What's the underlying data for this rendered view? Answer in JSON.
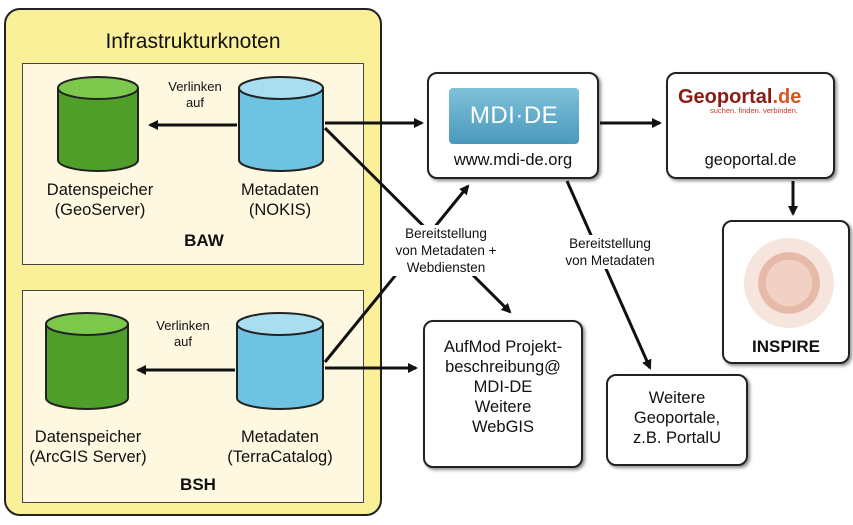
{
  "container": {
    "title": "Infrastrukturknoten",
    "baw": {
      "name": "BAW",
      "store_label": [
        "Datenspeicher",
        "(GeoServer)"
      ],
      "meta_label": [
        "Metadaten",
        "(NOKIS)"
      ],
      "link_label": [
        "Verlinken",
        "auf"
      ]
    },
    "bsh": {
      "name": "BSH",
      "store_label": [
        "Datenspeicher",
        "(ArcGIS Server)"
      ],
      "meta_label": [
        "Metadaten",
        "(TerraCatalog)"
      ],
      "link_label": [
        "Verlinken",
        "auf"
      ]
    }
  },
  "mdi": {
    "logo": "MDI·DE",
    "url": "www.mdi-de.org"
  },
  "geoportal": {
    "logo": "Geoportal",
    "logo_suffix": ".de",
    "tagline": "suchen. finden. verbinden.",
    "label": "geoportal.de"
  },
  "inspire": {
    "label": "INSPIRE"
  },
  "aufmod": {
    "lines": [
      "AufMod Projekt-",
      "beschreibung@",
      "MDI-DE",
      "Weitere",
      "WebGIS"
    ]
  },
  "weitere": {
    "lines": [
      "Weitere",
      "Geoportale,",
      "z.B. PortalU"
    ]
  },
  "annotations": {
    "bereit_meta_web": [
      "Bereitstellung",
      "von Metadaten +",
      "Webdiensten"
    ],
    "bereit_meta": [
      "Bereitstellung",
      "von Metadaten"
    ]
  },
  "colors": {
    "container": "#fbf09a",
    "store": "#4f9e2a",
    "meta": "#6ec3e3"
  }
}
